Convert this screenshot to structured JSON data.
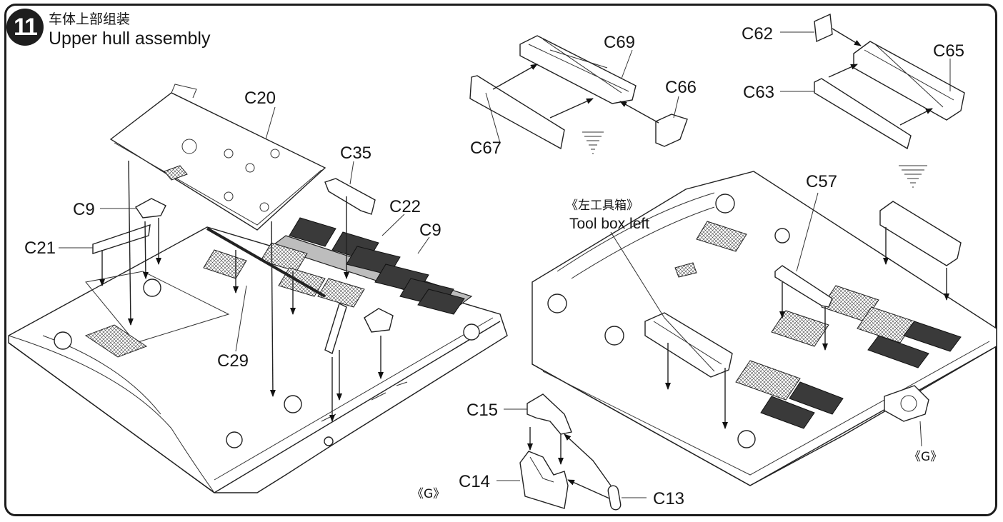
{
  "step": {
    "number": "11",
    "title_cn": "车体上部组装",
    "title_en": "Upper hull assembly"
  },
  "parts": {
    "c20": "C20",
    "c35": "C35",
    "c22": "C22",
    "c9_left": "C9",
    "c9_right": "C9",
    "c21": "C21",
    "c29": "C29",
    "c69": "C69",
    "c66": "C66",
    "c67": "C67",
    "c62": "C62",
    "c65": "C65",
    "c63": "C63",
    "c57": "C57",
    "c15": "C15",
    "c14": "C14",
    "c13": "C13"
  },
  "callouts": {
    "toolbox_cn": "《左工具箱》",
    "toolbox_en": "Tool box left",
    "ref_g_bottom": "《G》",
    "ref_g_right": "《G》"
  },
  "colors": {
    "line": "#222222",
    "badge": "#1e1e1e",
    "part_fill_dark": "#3a3a3a",
    "part_fill_grey": "#bdbdbd"
  }
}
